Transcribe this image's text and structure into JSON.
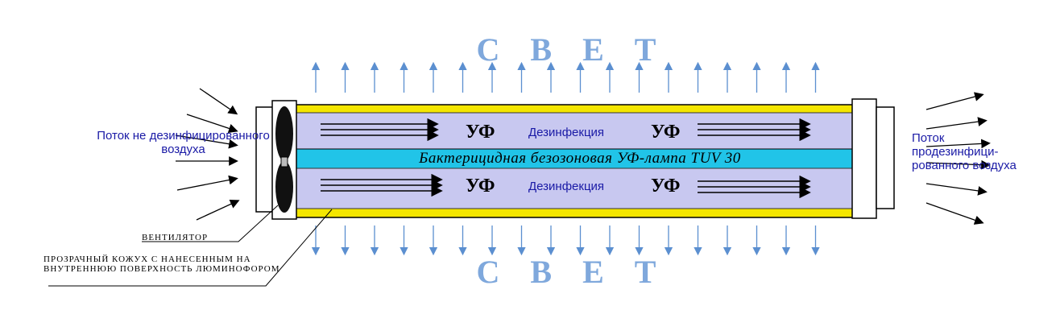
{
  "light_label_top": "С В Е Т",
  "light_label_bottom": "С В Е Т",
  "inflow_label": "Поток не дезинфицированного воздуха",
  "outflow_label": "Поток продезинфици-рованного воздуха",
  "lamp_label": "Бактерицидная безозоновая УФ-лампа  TUV 30",
  "upper_channel": {
    "uv_left": "УФ",
    "disinfection": "Дезинфекция",
    "uv_right": "УФ"
  },
  "lower_channel": {
    "uv_left": "УФ",
    "disinfection": "Дезинфекция",
    "uv_right": "УФ"
  },
  "fan_label": "ВЕНТИЛЯТОР",
  "casing_label": "ПРОЗРАЧНЫЙ КОЖУХ С НАНЕСЕННЫМ НА ВНУТРЕННЮЮ ПОВЕРХНОСТЬ ЛЮМИНОФОРОМ",
  "colors": {
    "light_text": "#7fa8dc",
    "light_arrows": "#5b8fd0",
    "casing_yellow": "#f4e600",
    "channel_lavender": "#c8c8f0",
    "lamp_cyan": "#21c4e8",
    "label_blue": "#1a1aa6"
  }
}
